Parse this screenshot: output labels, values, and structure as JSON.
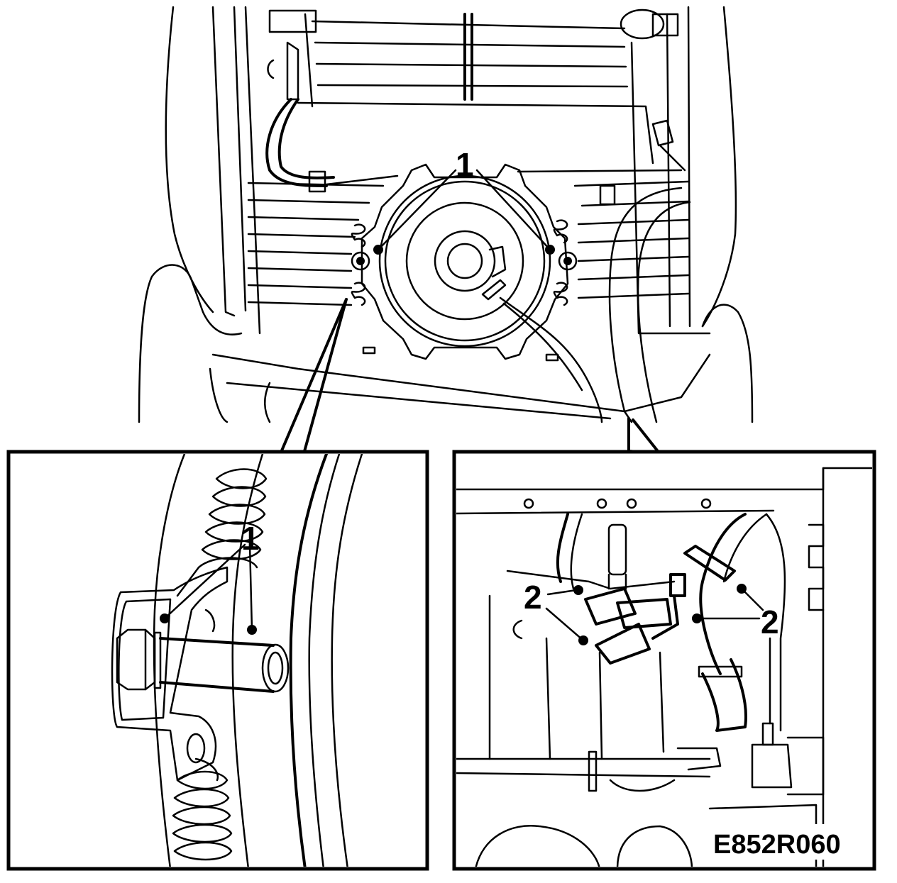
{
  "figure": {
    "reference_code": "E852R060",
    "callouts": {
      "main_1": "1",
      "detail_left_1": "1",
      "detail_right_2a": "2",
      "detail_right_2b": "2"
    }
  }
}
